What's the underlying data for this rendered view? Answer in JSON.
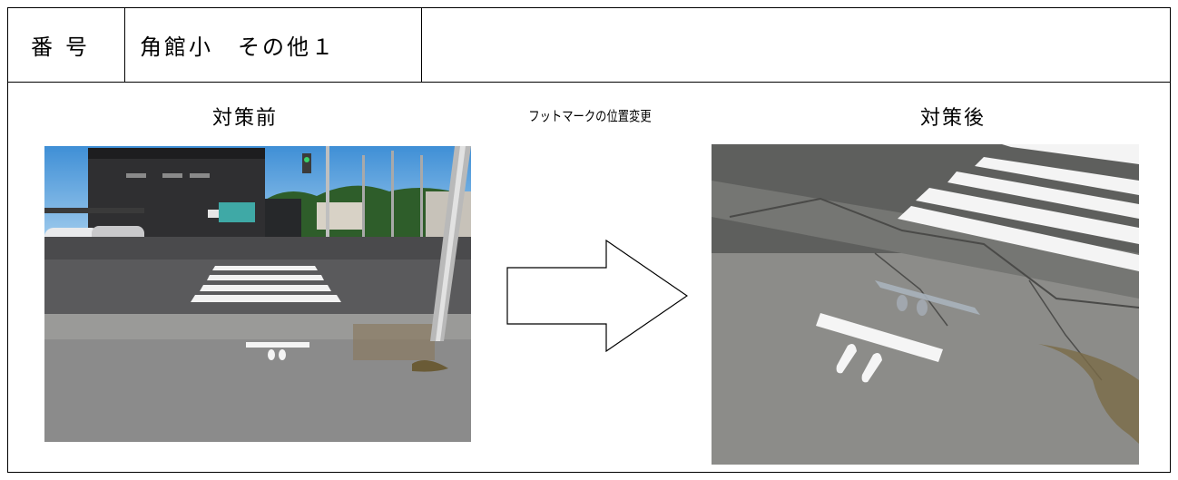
{
  "header": {
    "label": "番号",
    "value": "角館小　その他１"
  },
  "captions": {
    "before": "対策前",
    "change": "フットマークの位置変更",
    "after": "対策後"
  },
  "photos": {
    "before": {
      "name": "before-photo"
    },
    "after": {
      "name": "after-photo"
    }
  },
  "arrow_icon": "right-arrow-icon"
}
